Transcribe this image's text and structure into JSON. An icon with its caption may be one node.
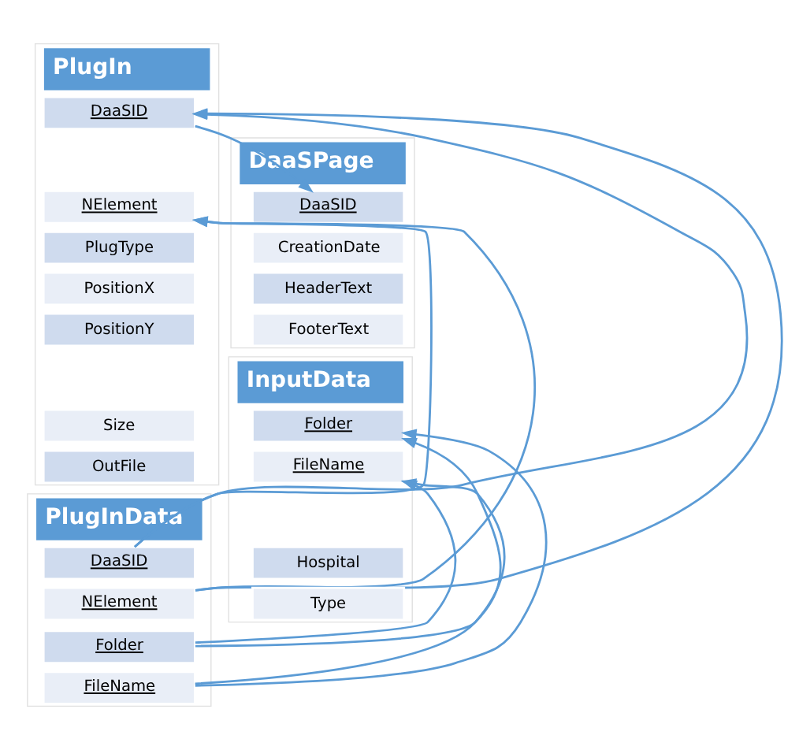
{
  "diagram": {
    "nodes": [
      {
        "text": [
          "PlugIn"
        ]
      },
      {
        "text": [
          "DaaSID"
        ],
        "in": 0
      },
      {
        "text": [
          "NElement"
        ],
        "in": 0
      },
      {
        "text": [
          "PlugType"
        ],
        "in": 0
      },
      {
        "text": [
          "PositionX"
        ],
        "in": 0
      },
      {
        "text": [
          "PositionY"
        ],
        "in": 0
      },
      {
        "text": [
          "Size"
        ],
        "in": 0
      },
      {
        "text": [
          "OutFile"
        ],
        "in": 0
      },
      {
        "text": [
          "DaaSPage"
        ]
      },
      {
        "text": [
          "DaaSID"
        ],
        "in": 8
      },
      {
        "text": [
          "CreationDate"
        ],
        "in": 8
      },
      {
        "text": [
          "HeaderText"
        ],
        "in": 8
      },
      {
        "text": [
          "FooterText"
        ],
        "in": 8
      },
      {
        "text": [
          "PlugInData"
        ]
      },
      {
        "text": [
          "DaaSID"
        ],
        "in": 13
      },
      {
        "text": [
          "NElement"
        ],
        "in": 13
      },
      {
        "text": [
          "Folder"
        ],
        "in": 13
      },
      {
        "text": [
          "FileName"
        ],
        "in": 13
      },
      {
        "text": [
          "InputData"
        ]
      },
      {
        "text": [
          "Folder"
        ],
        "in": 18
      },
      {
        "text": [
          "FileName"
        ],
        "in": 18
      },
      {
        "text": [
          "Hospital"
        ],
        "in": 18
      },
      {
        "text": [
          "Type"
        ],
        "in": 18
      }
    ],
    "edges": [
      {
        "from": 1,
        "to": 9,
        "arrow": "to"
      },
      {
        "from": 14,
        "to": 1,
        "arrow": "to"
      },
      {
        "from": 14,
        "to": 2,
        "arrow": "to"
      },
      {
        "from": 15,
        "to": 1,
        "arrow": "to"
      },
      {
        "from": 15,
        "to": 2,
        "arrow": "to"
      },
      {
        "from": 16,
        "to": 19,
        "arrow": "to"
      },
      {
        "from": 16,
        "to": 20,
        "arrow": "to"
      },
      {
        "from": 17,
        "to": 19,
        "arrow": "to"
      },
      {
        "from": 17,
        "to": 20,
        "arrow": "to"
      }
    ]
  }
}
